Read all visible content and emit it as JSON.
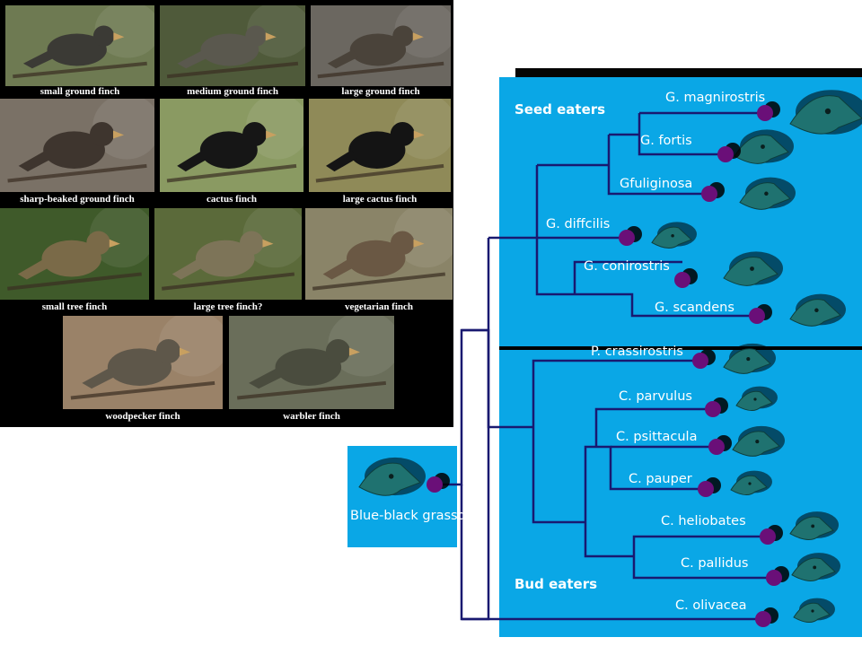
{
  "photos": [
    {
      "caption": "small ground finch",
      "bg": "#6e7a52",
      "bird": "#3b3a35"
    },
    {
      "caption": "medium ground finch",
      "bg": "#4f5a3a",
      "bird": "#5a584e"
    },
    {
      "caption": "large ground finch",
      "bg": "#6b6760",
      "bird": "#4a433a"
    },
    {
      "caption": "sharp-beaked ground finch",
      "bg": "#7a7166",
      "bird": "#3e352e"
    },
    {
      "caption": "cactus finch",
      "bg": "#8a9a62",
      "bird": "#161616"
    },
    {
      "caption": "large cactus finch",
      "bg": "#8f8a58",
      "bird": "#141414"
    },
    {
      "caption": "small tree finch",
      "bg": "#3f5a2a",
      "bird": "#7a6a48"
    },
    {
      "caption": "large tree finch?",
      "bg": "#5b6a3a",
      "bird": "#7d7458"
    },
    {
      "caption": "vegetarian finch",
      "bg": "#8a8468",
      "bird": "#6a5844"
    },
    {
      "caption": "woodpecker finch",
      "bg": "#9a8268",
      "bird": "#5e574a"
    },
    {
      "caption": "warbler finch",
      "bg": "#6a6e5a",
      "bird": "#4a4c3e"
    }
  ],
  "tree": {
    "groups": {
      "seed": "Seed eaters",
      "bud": "Bud eaters"
    },
    "root": "Blue-black grassquit",
    "species": [
      "G. magnirostris",
      "G. fortis",
      "Gfuliginosa",
      "G. diffcilis",
      "G. conirostris",
      "G. scandens",
      "P. crassirostris",
      "C. parvulus",
      "C. psittacula",
      "C. pauper",
      "C. heliobates",
      "C. pallidus",
      "C. olivacea"
    ]
  },
  "colors": {
    "panel_blue": "#0aa7e6",
    "branch": "#191970",
    "node": "#6a0f78",
    "head": "#1f7270"
  }
}
